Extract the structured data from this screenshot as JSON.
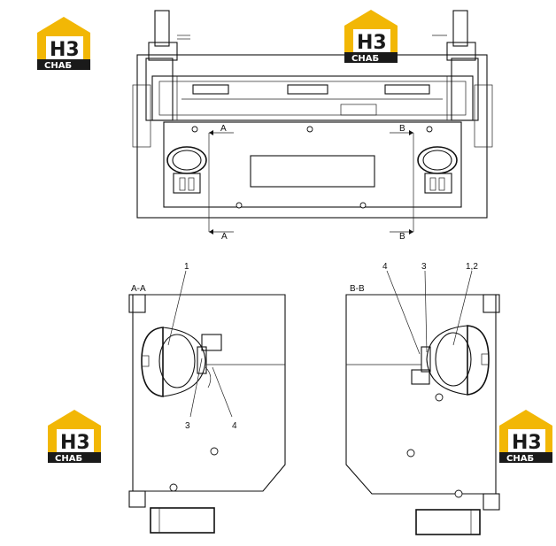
{
  "brand": {
    "logo_main": "Н3",
    "logo_sub": "СНАБ",
    "color_gold": "#f2b705",
    "color_dark": "#1a1a1a"
  },
  "top_view": {
    "section_a_label": "A",
    "section_b_label": "B"
  },
  "section_aa": {
    "title": "A-A",
    "callout_1": "1",
    "callout_3": "3",
    "callout_4": "4"
  },
  "section_bb": {
    "title": "B-B",
    "callout_4": "4",
    "callout_3": "3",
    "callout_12": "1,2"
  }
}
